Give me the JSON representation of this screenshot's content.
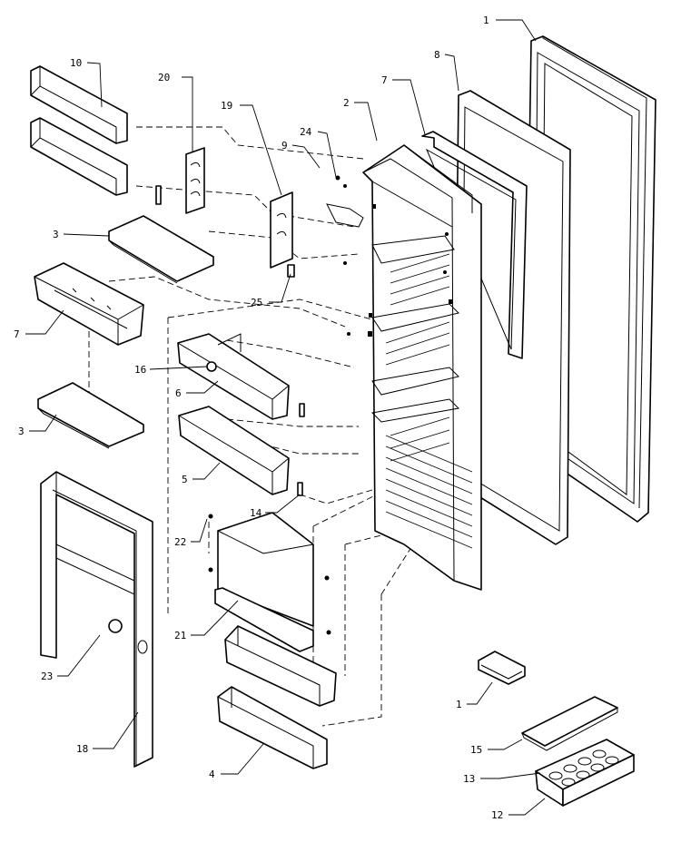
{
  "callouts": [
    {
      "id": "c1-door",
      "label": "1"
    },
    {
      "id": "c8",
      "label": "8"
    },
    {
      "id": "c7-liner",
      "label": "7"
    },
    {
      "id": "c2",
      "label": "2"
    },
    {
      "id": "c24",
      "label": "24"
    },
    {
      "id": "c9",
      "label": "9"
    },
    {
      "id": "c10",
      "label": "10"
    },
    {
      "id": "c20",
      "label": "20"
    },
    {
      "id": "c19",
      "label": "19"
    },
    {
      "id": "c3-top",
      "label": "3"
    },
    {
      "id": "c25",
      "label": "25"
    },
    {
      "id": "c7-bin",
      "label": "7"
    },
    {
      "id": "c16-bracket",
      "label": "16"
    },
    {
      "id": "c6",
      "label": "6"
    },
    {
      "id": "c3-bottom",
      "label": "3"
    },
    {
      "id": "c5",
      "label": "5"
    },
    {
      "id": "c14",
      "label": "14"
    },
    {
      "id": "c22",
      "label": "22"
    },
    {
      "id": "c21",
      "label": "21"
    },
    {
      "id": "c23",
      "label": "23"
    },
    {
      "id": "c18",
      "label": "18"
    },
    {
      "id": "c4",
      "label": "4"
    },
    {
      "id": "c1-tray",
      "label": "1"
    },
    {
      "id": "c15",
      "label": "15"
    },
    {
      "id": "c13",
      "label": "13"
    },
    {
      "id": "c12",
      "label": "12"
    }
  ]
}
